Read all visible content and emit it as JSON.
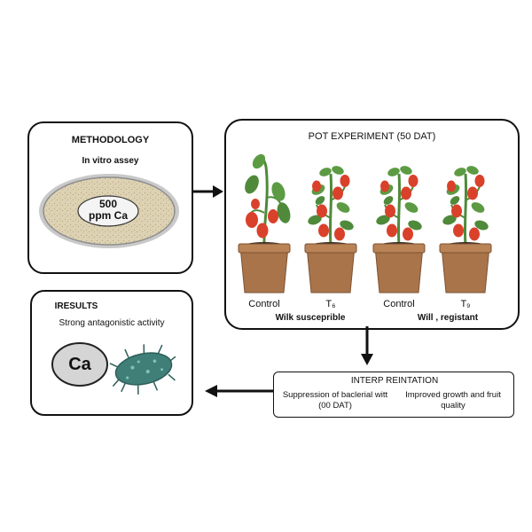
{
  "methodology": {
    "title": "METHODOLOGY",
    "subtitle": "In vitro assey",
    "dish_label_line1": "500",
    "dish_label_line2": "ppm Ca"
  },
  "pot_experiment": {
    "title": "POT EXPERIMENT (50 DAT)",
    "pots": [
      {
        "label": "Control"
      },
      {
        "label": "T₆"
      },
      {
        "label": "Control"
      },
      {
        "label": "T₉"
      }
    ],
    "left_group_label": "Wilk susceprible",
    "right_group_label": "Will , registant"
  },
  "interpretation": {
    "title": "INTERP REINTATION",
    "left_text": "Suppression of baclerial witt (00 DAT)",
    "right_text": "Improved growth and fruit quality"
  },
  "results": {
    "title": "IRESULTS",
    "subtitle": "Strong antagonistic activity",
    "ca_label": "Ca"
  },
  "colors": {
    "border": "#111111",
    "dish_fill": "#ddd2b3",
    "pot": "#a9744a",
    "soil": "#3a2a20",
    "leaf": "#4f8a3a",
    "tomato": "#d9412b",
    "bacterium": "#3f7f78"
  }
}
